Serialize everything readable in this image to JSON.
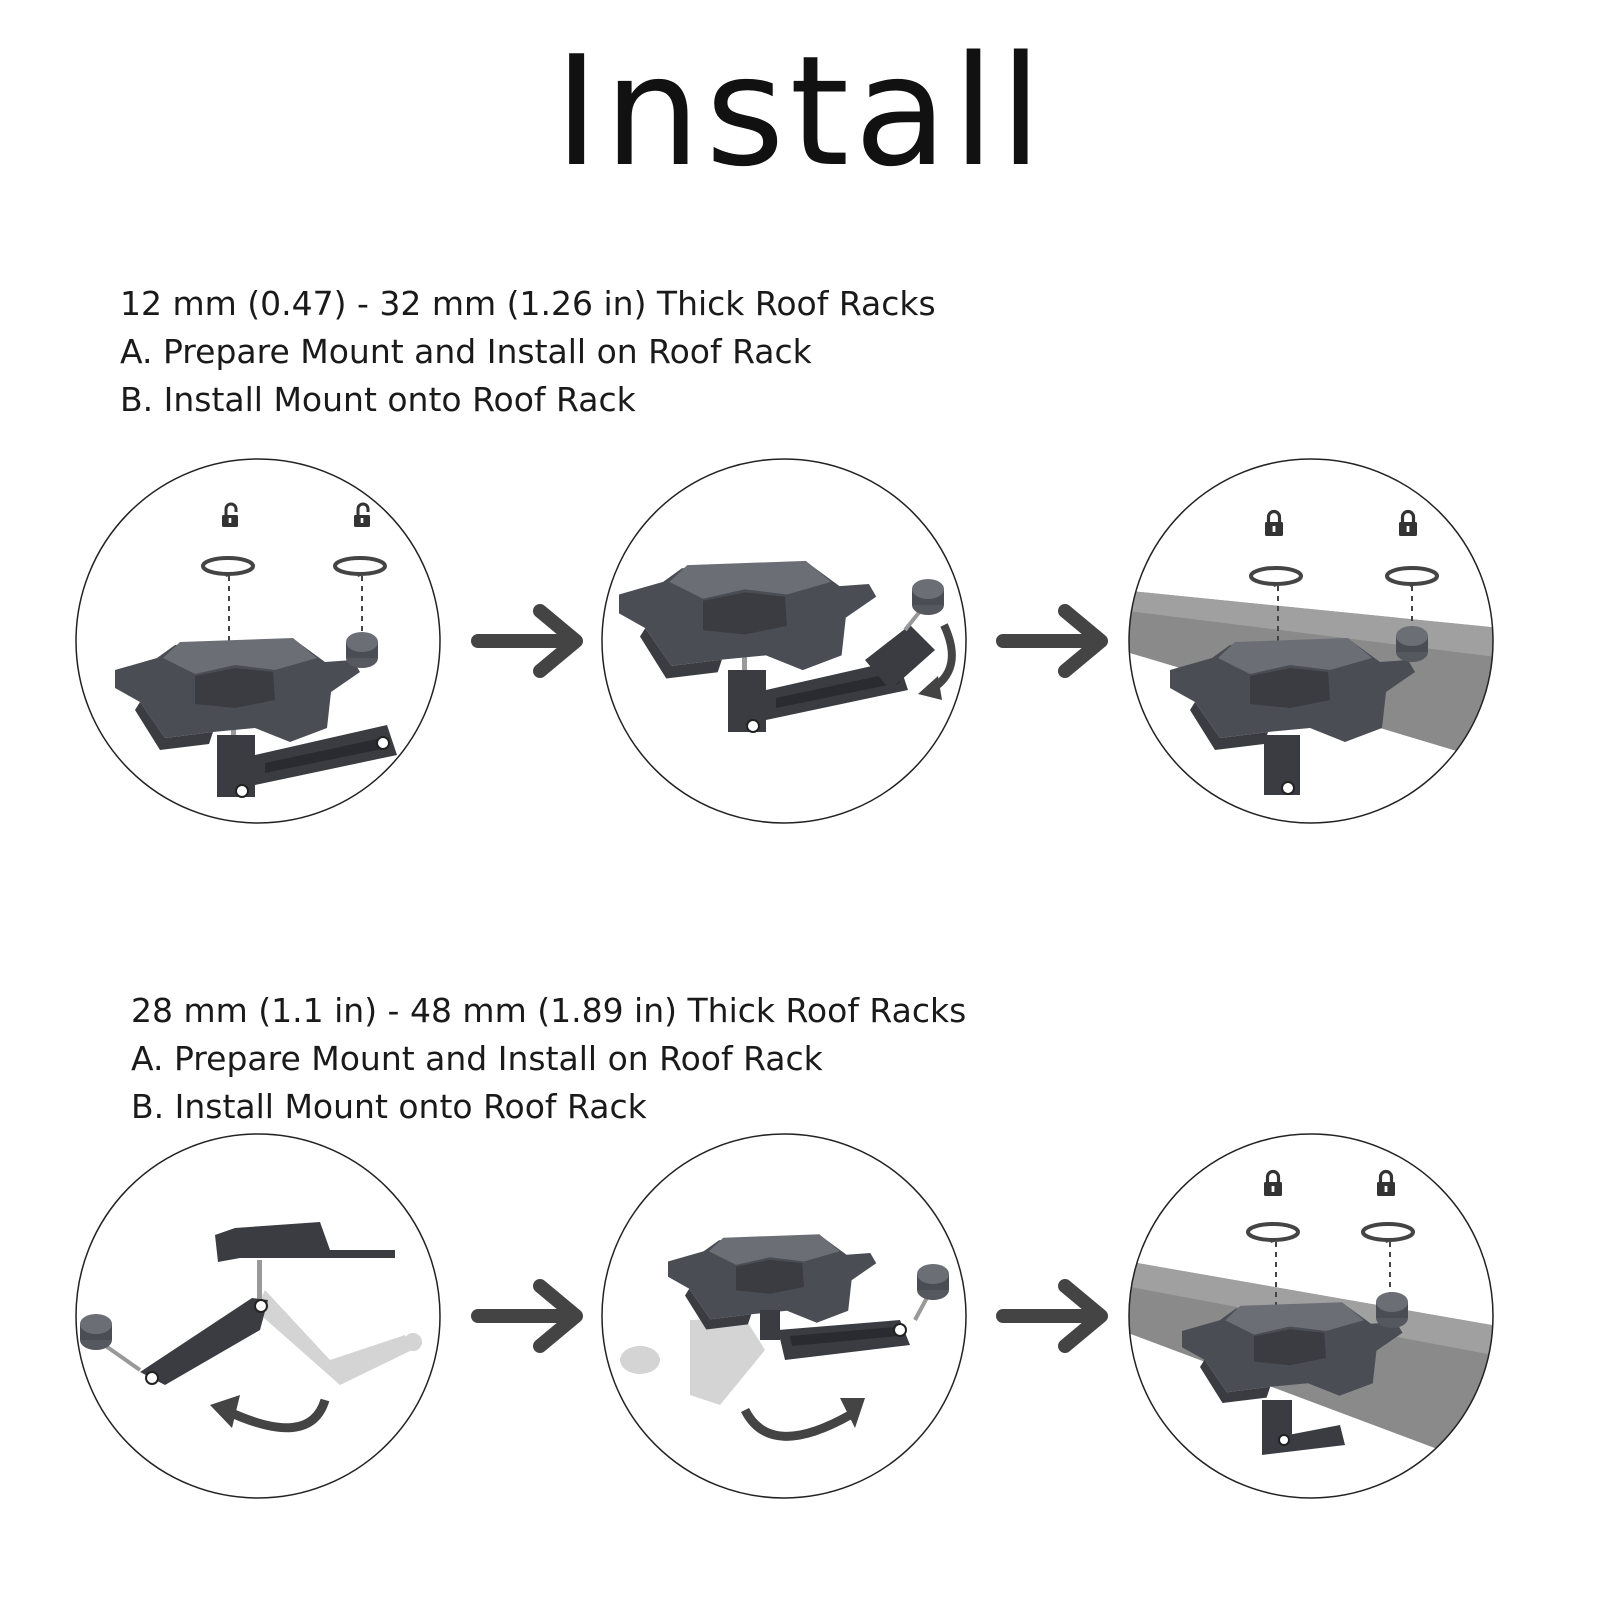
{
  "page": {
    "title": "Install"
  },
  "sections": [
    {
      "heading": "12 mm (0.47) - 32 mm (1.26 in) Thick Roof Racks",
      "step_a": "A. Prepare Mount and Install on Roof Rack",
      "step_b": "B. Install Mount onto Roof Rack",
      "lock_states": [
        "unlocked",
        "open",
        "locked"
      ]
    },
    {
      "heading": "28 mm (1.1 in) - 48 mm (1.89 in) Thick Roof Racks",
      "step_a": "A. Prepare Mount and Install on Roof Rack",
      "step_b": "B. Install Mount onto Roof Rack",
      "lock_states": [
        "flip",
        "flip",
        "locked"
      ]
    }
  ],
  "icons": {
    "unlock": "unlocked-padlock-icon",
    "lock": "locked-padlock-icon",
    "rotate": "rotate-knob-icon",
    "arrow": "right-arrow-icon"
  },
  "colors": {
    "mount": "#4a4d54",
    "mount_dark": "#3a3c42",
    "mount_light": "#6b6e75",
    "rack": "#8a8a8a",
    "ghost": "#d4d4d4",
    "arrow": "#444444",
    "circle": "#222222"
  }
}
